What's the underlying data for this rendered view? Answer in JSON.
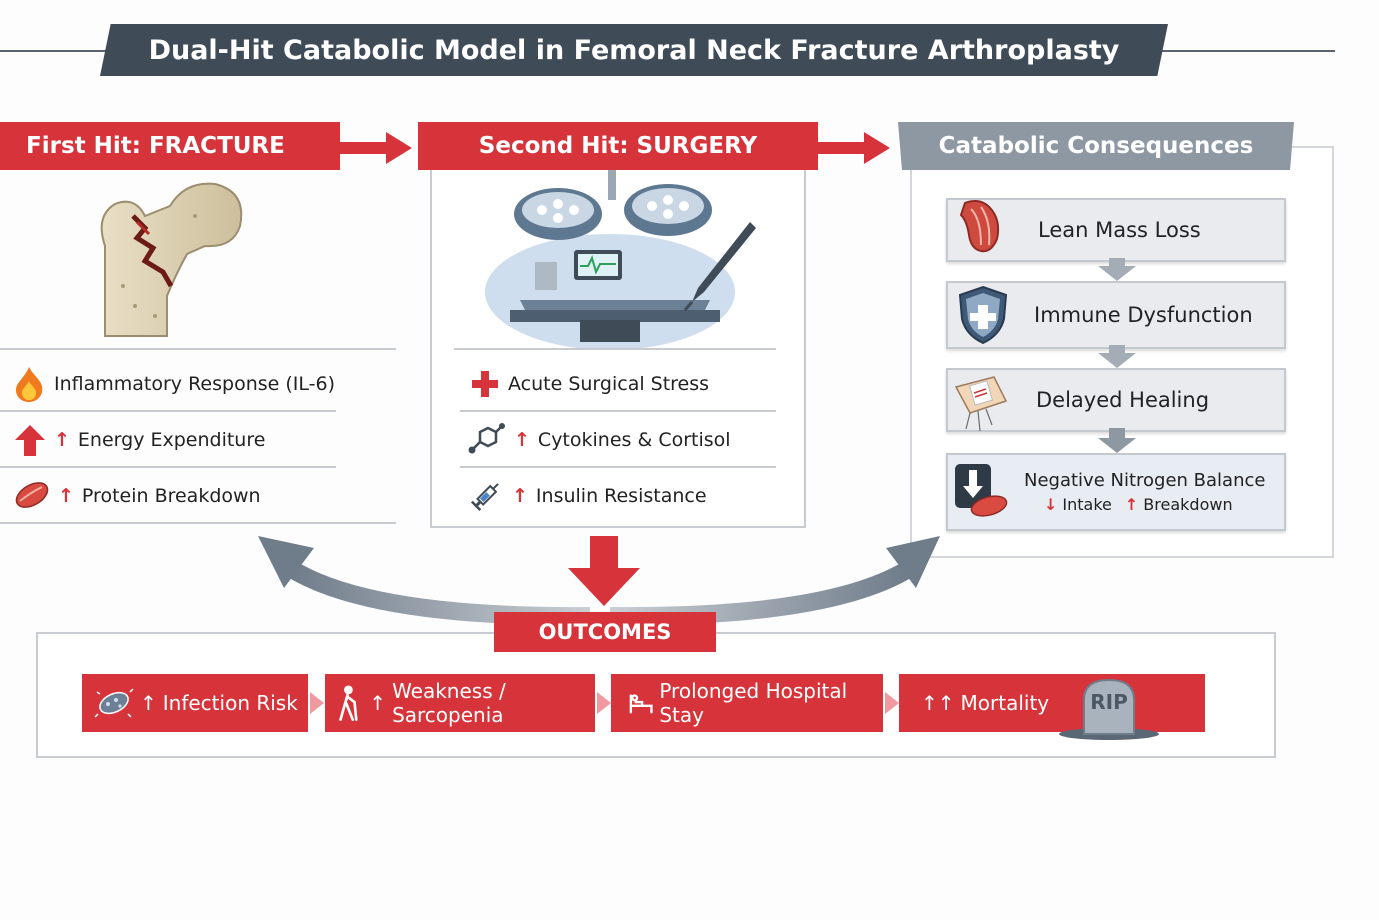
{
  "title": "Dual-Hit Catabolic Model in Femoral Neck Fracture Arthroplasty",
  "columns": {
    "fracture": {
      "header": "First Hit: FRACTURE",
      "items": [
        {
          "prefix": "",
          "text": "Inflammatory Response (IL-6)",
          "icon": "flame-icon"
        },
        {
          "prefix": "↑",
          "text": "Energy Expenditure",
          "icon": "up-arrow-icon"
        },
        {
          "prefix": "↑",
          "text": "Protein Breakdown",
          "icon": "muscle-icon"
        }
      ]
    },
    "surgery": {
      "header": "Second Hit: SURGERY",
      "items": [
        {
          "prefix": "",
          "text": "Acute Surgical Stress",
          "icon": "medical-cross-icon"
        },
        {
          "prefix": "↑",
          "text": "Cytokines & Cortisol",
          "icon": "molecule-icon"
        },
        {
          "prefix": "↑",
          "text": "Insulin Resistance",
          "icon": "syringe-icon"
        }
      ]
    },
    "consequences": {
      "header": "Catabolic Consequences",
      "items": [
        {
          "text": "Lean Mass Loss",
          "icon": "muscle-icon"
        },
        {
          "text": "Immune Dysfunction",
          "icon": "shield-icon"
        },
        {
          "text": "Delayed Healing",
          "icon": "bandage-icon"
        }
      ],
      "nitrogen": {
        "title": "Negative Nitrogen Balance",
        "down_mark": "↓",
        "intake": "Intake",
        "up_mark": "↑",
        "breakdown": "Breakdown"
      }
    }
  },
  "outcomes": {
    "label": "OUTCOMES",
    "items": [
      {
        "prefix": "↑",
        "text": "Infection Risk",
        "icon": "bacteria-icon"
      },
      {
        "prefix": "↑",
        "text": "Weakness / Sarcopenia",
        "icon": "elderly-person-icon"
      },
      {
        "prefix": "",
        "text": "Prolonged Hospital  Stay",
        "icon": "hospital-bed-icon"
      },
      {
        "prefix": "↑↑",
        "text": "Mortality",
        "icon": "tombstone-icon"
      }
    ],
    "tombstone_text": "RIP"
  },
  "colors": {
    "accent_red": "#d6343a",
    "slate": "#3f4b57",
    "grey": "#8e98a3",
    "box_fill": "#e9ebee"
  }
}
